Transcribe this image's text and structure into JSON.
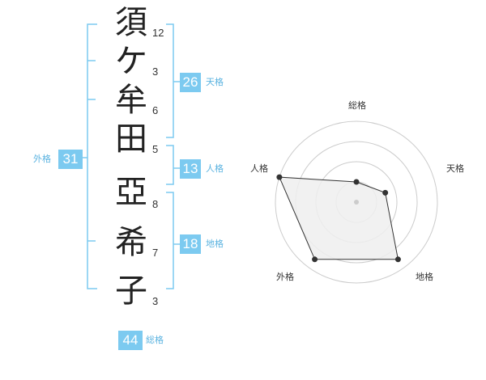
{
  "name": {
    "surname": [
      {
        "char": "須",
        "strokes": "12"
      },
      {
        "char": "ケ",
        "strokes": "3"
      },
      {
        "char": "牟",
        "strokes": "6"
      },
      {
        "char": "田",
        "strokes": "5"
      }
    ],
    "given": [
      {
        "char": "亞",
        "strokes": "8"
      },
      {
        "char": "希",
        "strokes": "7"
      },
      {
        "char": "子",
        "strokes": "3"
      }
    ]
  },
  "fortune": {
    "tenkaku": {
      "value": "26",
      "label": "天格"
    },
    "jinkaku": {
      "value": "13",
      "label": "人格"
    },
    "chikaku": {
      "value": "18",
      "label": "地格"
    },
    "gaikaku": {
      "value": "31",
      "label": "外格"
    },
    "soukaku": {
      "value": "44",
      "label": "総格"
    }
  },
  "colors": {
    "accent": "#7ccaf0",
    "bracket": "#7ccaf0",
    "polygon_fill": "#eeeeee"
  },
  "chart_data": {
    "type": "radar",
    "axes": [
      "総格",
      "天格",
      "地格",
      "外格",
      "人格"
    ],
    "values": [
      1,
      1.5,
      3.5,
      3.5,
      4
    ],
    "max": 4,
    "rings": 4
  }
}
